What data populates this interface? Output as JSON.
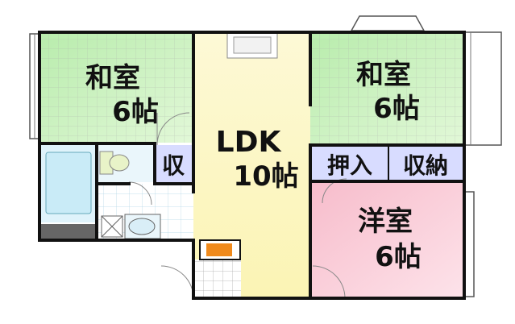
{
  "floor_plan": {
    "rooms": [
      {
        "id": "washitsu-left",
        "name": "和室",
        "size": "6帖",
        "color": "#c6f0b6"
      },
      {
        "id": "washitsu-right",
        "name": "和室",
        "size": "6帖",
        "color": "#c6f0b6"
      },
      {
        "id": "ldk",
        "name": "LDK",
        "size": "10帖",
        "color": "#fbf7c6"
      },
      {
        "id": "youshitsu",
        "name": "洋室",
        "size": "6帖",
        "color": "#fac9d2"
      }
    ],
    "storage": [
      {
        "id": "shuu",
        "label": "収",
        "color": "#d8dcff"
      },
      {
        "id": "oshiire",
        "label": "押入",
        "color": "#d8dcff"
      },
      {
        "id": "shuunou",
        "label": "収納",
        "color": "#d8dcff"
      }
    ],
    "colors": {
      "wall": "#111111",
      "wet_area": "#dff3fb",
      "balcony": "#ffffff",
      "heater": "#f08a1c"
    }
  }
}
